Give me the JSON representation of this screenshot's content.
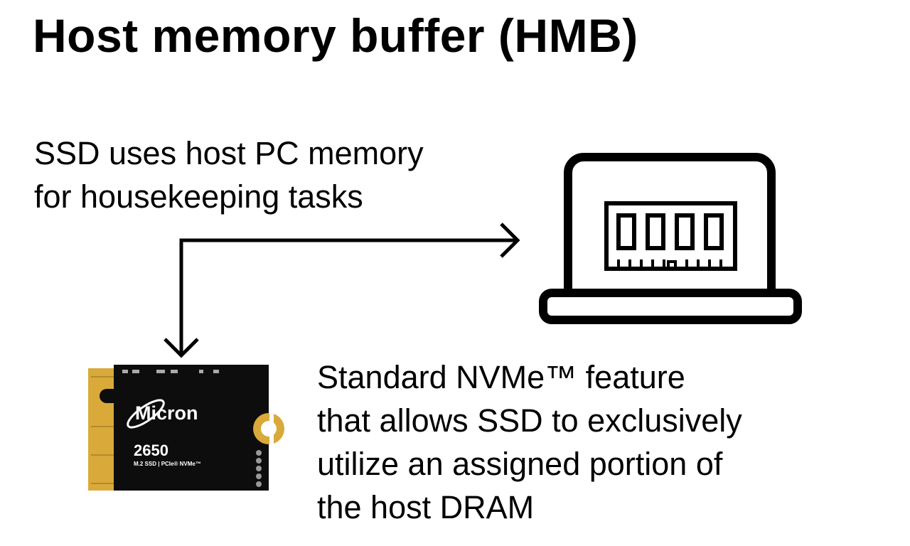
{
  "title": "Host memory buffer (HMB)",
  "left_text": [
    "SSD uses host PC memory",
    "for housekeeping tasks"
  ],
  "right_text": [
    "Standard NVMe™ feature",
    "that allows SSD to exclusively",
    "utilize an assigned portion of",
    "the host DRAM"
  ],
  "ssd_label": {
    "brand": "Micron",
    "model": "2650",
    "spec": "M.2 SSD | PCIe® NVMe™"
  },
  "colors": {
    "accent": "#b000e8",
    "text": "#000000"
  }
}
